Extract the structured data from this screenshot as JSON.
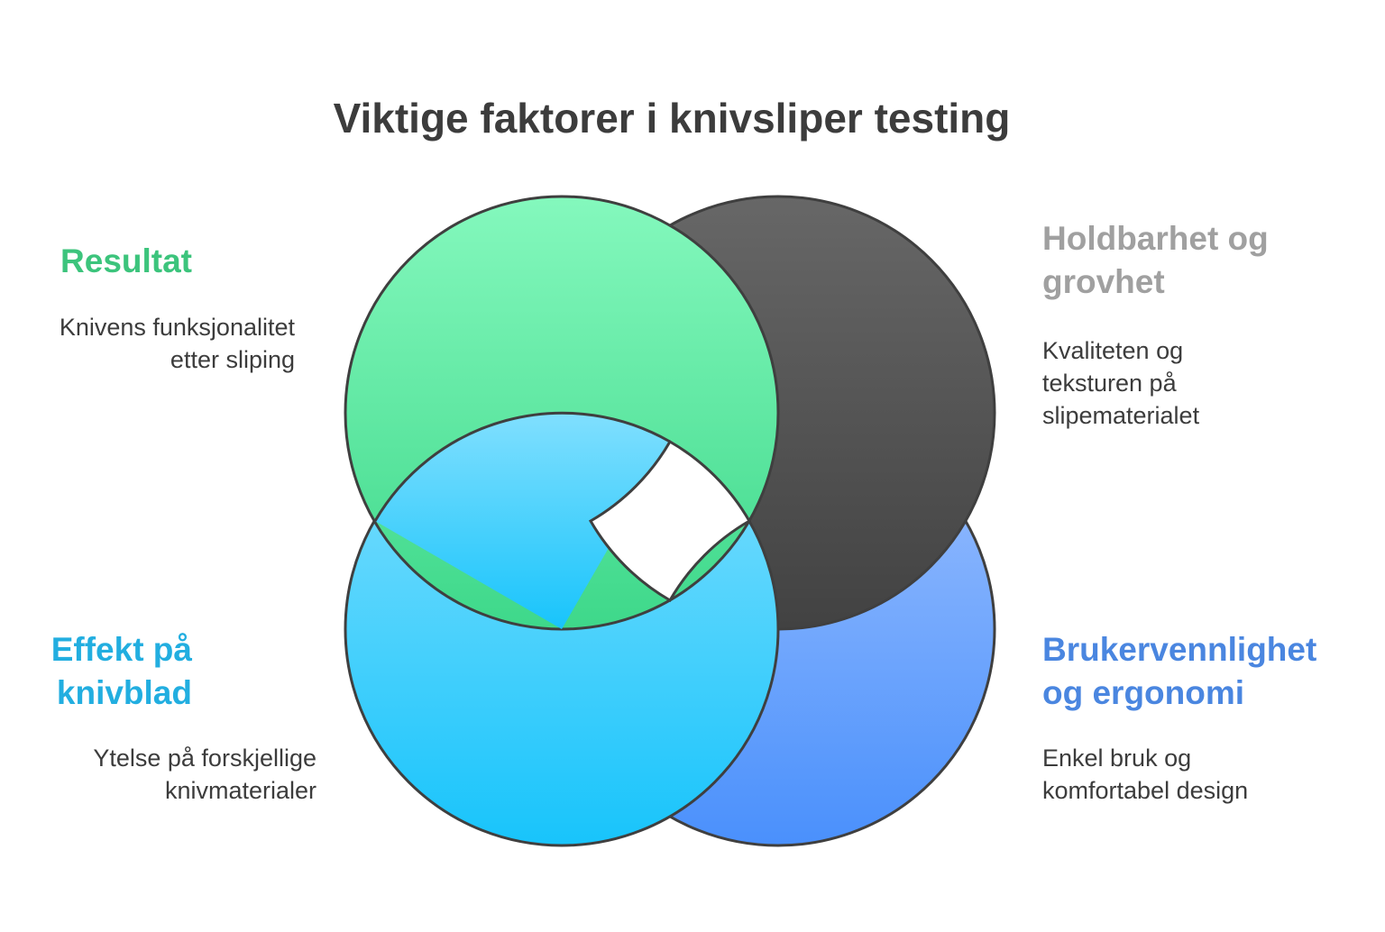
{
  "title": "Viktige faktorer i knivsliper testing",
  "colors": {
    "title": "#3c3c3c",
    "body_text": "#3c3c3c",
    "stroke": "#3f3f3f",
    "resultat": "#3cc47c",
    "holdbarhet": "#a0a0a0",
    "effekt": "#22aee0",
    "brukervennlighet": "#4a86e0"
  },
  "factors": {
    "resultat": {
      "heading": "Resultat",
      "description": "Knivens funksjonalitet etter sliping"
    },
    "holdbarhet": {
      "heading": "Holdbarhet og grovhet",
      "description": "Kvaliteten og teksturen på slipematerialet"
    },
    "effekt": {
      "heading": "Effekt på knivblad",
      "description": "Ytelse på forskjellige knivmaterialer"
    },
    "brukervennlighet": {
      "heading": "Brukervennlighet og ergonomi",
      "description": "Enkel bruk og komfortabel design"
    }
  }
}
